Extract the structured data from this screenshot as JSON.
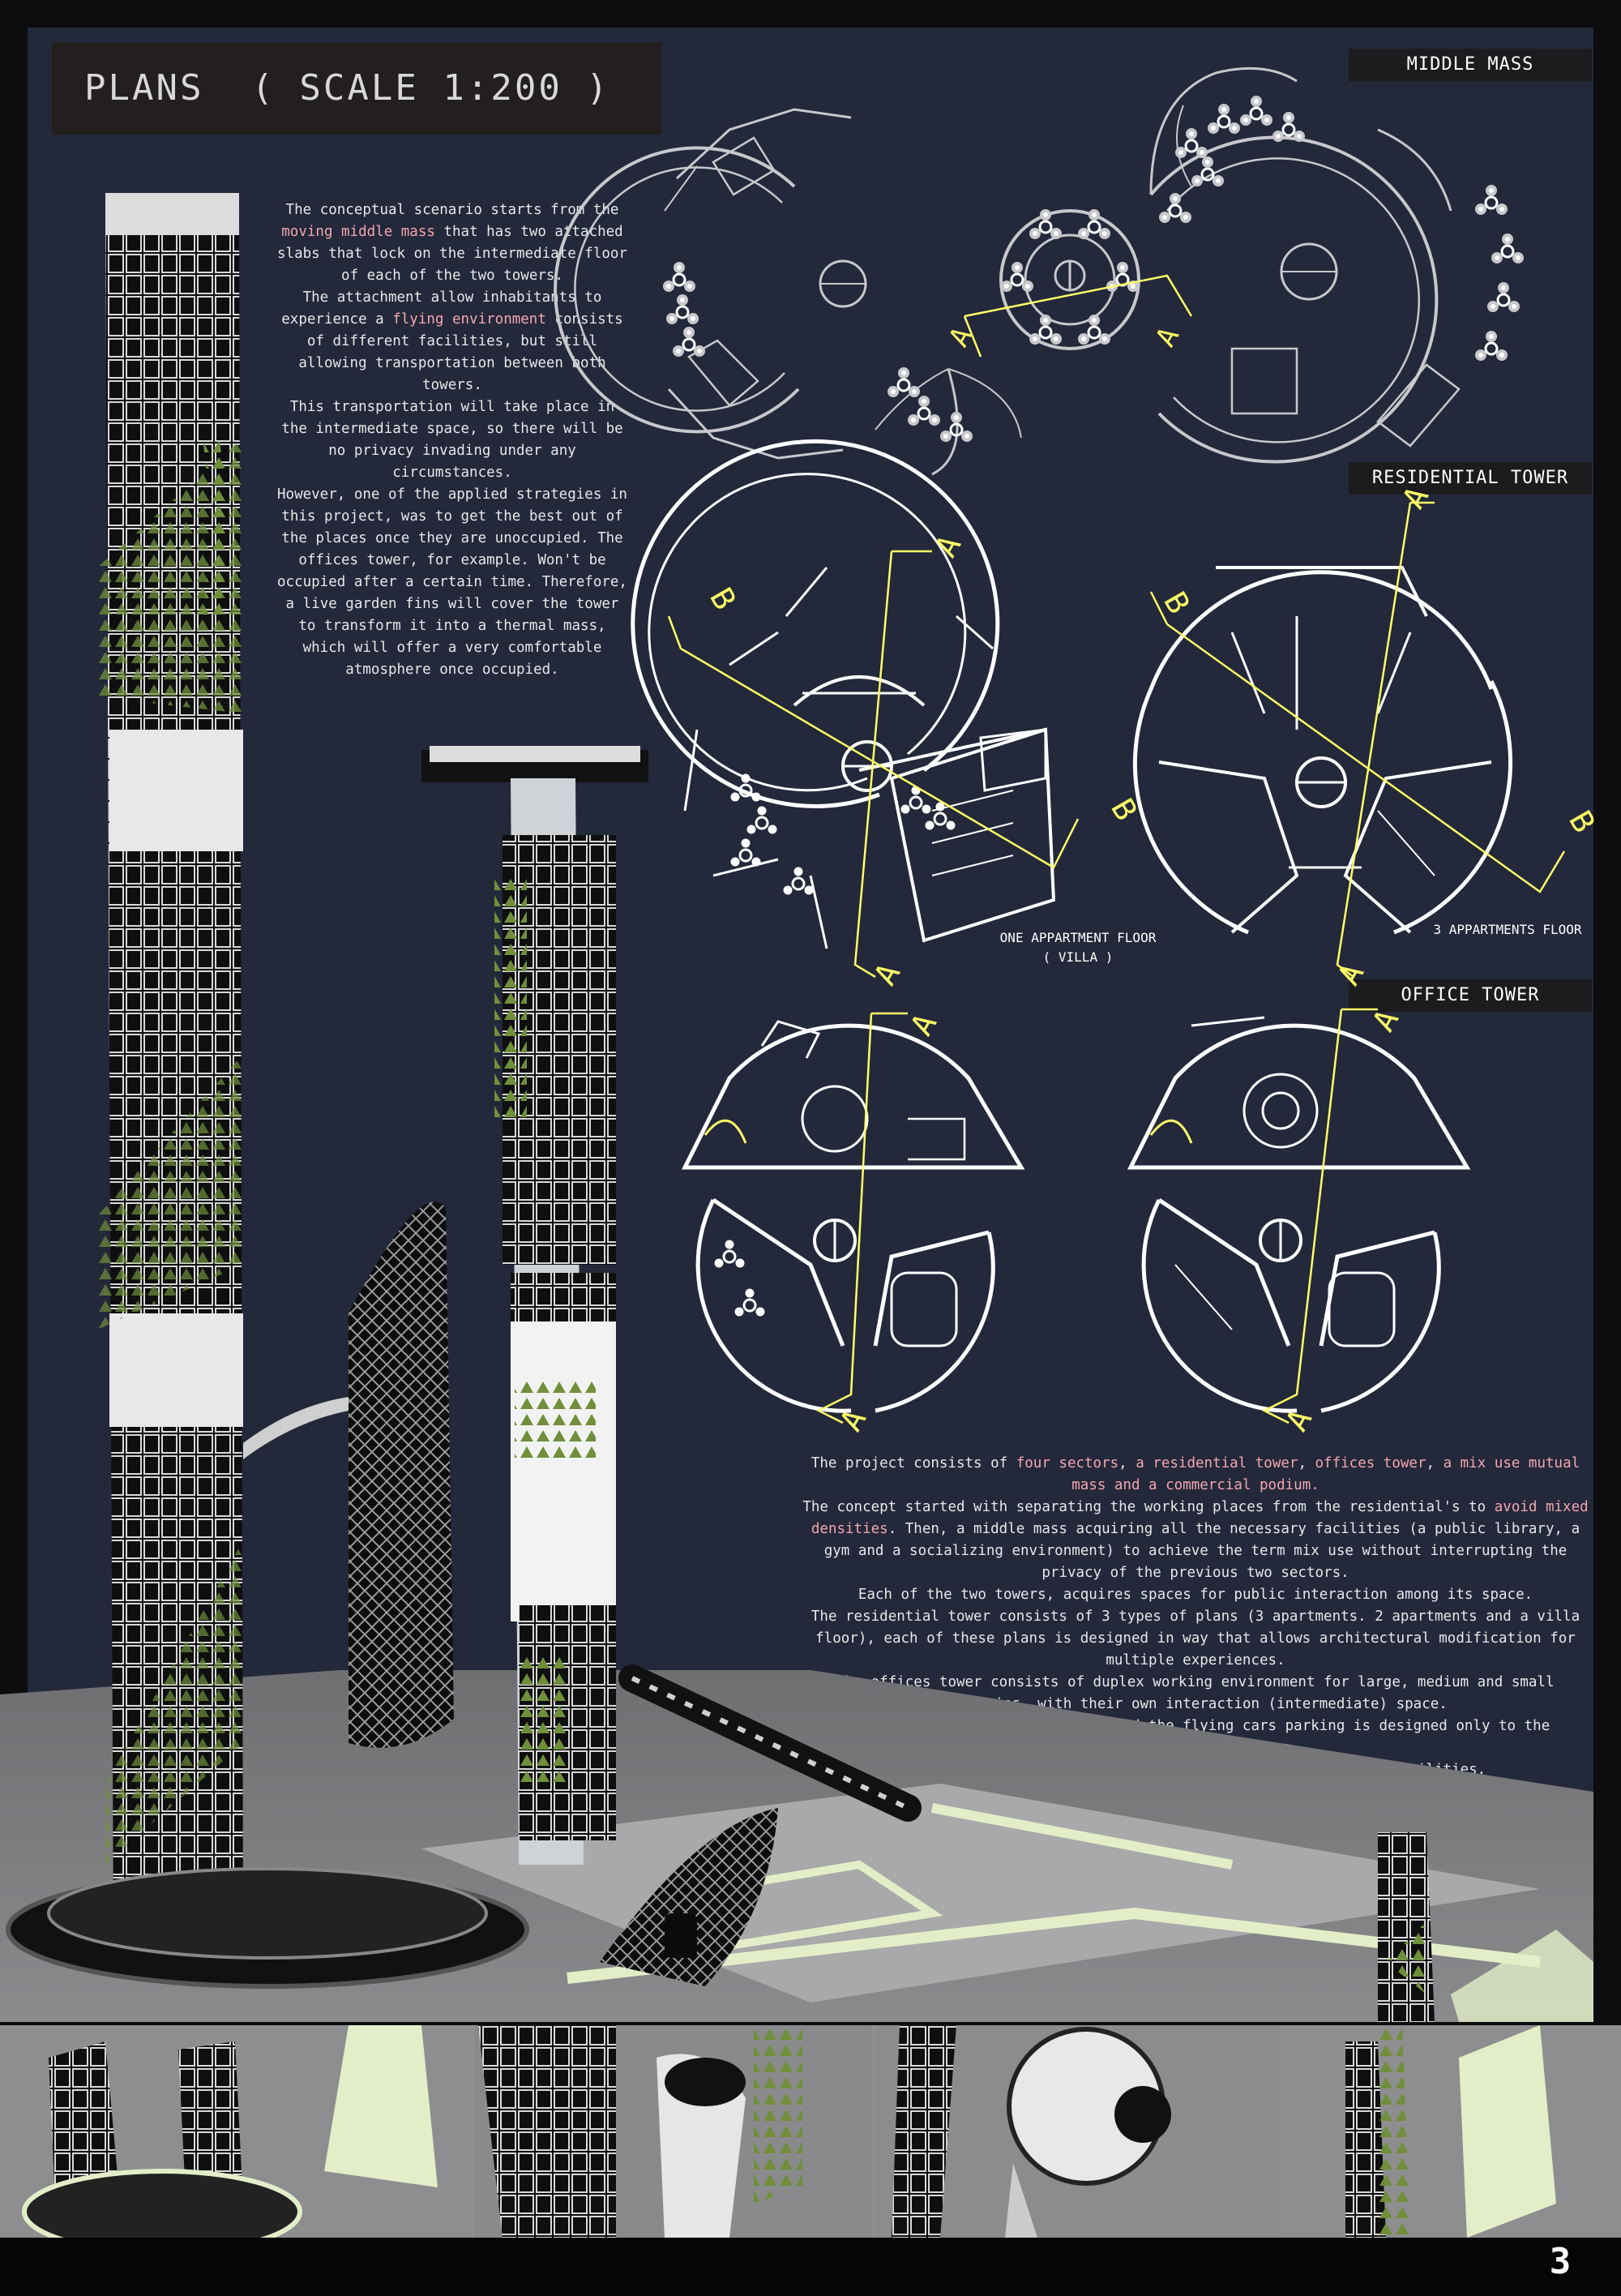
{
  "title": "PLANS  ( SCALE 1:200 )",
  "sections": {
    "middle_mass": "MIDDLE MASS",
    "residential_tower": "RESIDENTIAL TOWER",
    "office_tower": "OFFICE TOWER"
  },
  "plan_captions": {
    "villa_line1": "ONE APPARTMENT FLOOR",
    "villa_line2": "( VILLA )",
    "three_apartments": "3 APPARTMENTS FLOOR"
  },
  "section_markers": {
    "a": "A",
    "b": "B"
  },
  "intro_text": [
    [
      {
        "t": "The conceptual scenario starts from the "
      },
      {
        "t": "moving middle mass",
        "h": true
      },
      {
        "t": " that has two attached slabs that lock on the intermediate floor of each of the two towers."
      }
    ],
    [
      {
        "t": "The attachment allow inhabitants to experience a "
      },
      {
        "t": "flying environment",
        "h": true
      },
      {
        "t": " consists of different facilities, but still allowing transportation between both towers."
      }
    ],
    [
      {
        "t": "This transportation will take place in the intermediate space, so there will be no privacy invading under any circumstances."
      }
    ],
    [
      {
        "t": "However, one of the applied strategies in this project, was to get the best out of the places once they are unoccupied. The offices tower, for example. Won't be occupied after a certain time. Therefore, a live garden fins will cover the tower to transform it into a thermal mass, which will offer a very comfortable atmosphere once occupied."
      }
    ]
  ],
  "project_text": [
    [
      {
        "t": "The project consists of "
      },
      {
        "t": "four sectors",
        "h": true
      },
      {
        "t": ", "
      },
      {
        "t": "a residential tower",
        "h": true
      },
      {
        "t": ", "
      },
      {
        "t": "offices tower",
        "h": true
      },
      {
        "t": ", "
      },
      {
        "t": "a mix use mutual mass and a commercial podium.",
        "h": true
      }
    ],
    [
      {
        "t": "The concept started with separating the working places from the residential's to "
      },
      {
        "t": "avoid mixed densities",
        "h": true
      },
      {
        "t": ". Then, a middle mass acquiring all the necessary facilities (a public library, a gym and a socializing environment) to achieve the term mix use without interrupting the privacy of the previous two sectors."
      }
    ],
    [
      {
        "t": "Each of the two towers, acquires spaces for public interaction among its space."
      }
    ],
    [
      {
        "t": "The residential tower consists of 3 types of plans (3 apartments. 2 apartments and a villa floor), each of these plans is designed in way that allows architectural modification for multiple experiences."
      }
    ],
    [
      {
        "t": "The offices tower consists of duplex working environment for large, medium and small companies, with their own interaction (intermediate) space."
      }
    ],
    [
      {
        "t": "Both towers possess sky gardens and the flying cars parking is designed only to the residential villa floor."
      }
    ],
    [
      {
        "t": "The podium can be used by public and acquires commercial facilities."
      }
    ]
  ],
  "page_number": "3",
  "colors": {
    "board": "#23283a",
    "highlight": "#f3a7b1",
    "section_line": "#ffff66",
    "plan_line": "#ffffff",
    "garden": "#6f8f3a",
    "podium_accent": "#e3eec8"
  },
  "icons": [
    "tower-render",
    "floor-plan",
    "section-arrow"
  ]
}
